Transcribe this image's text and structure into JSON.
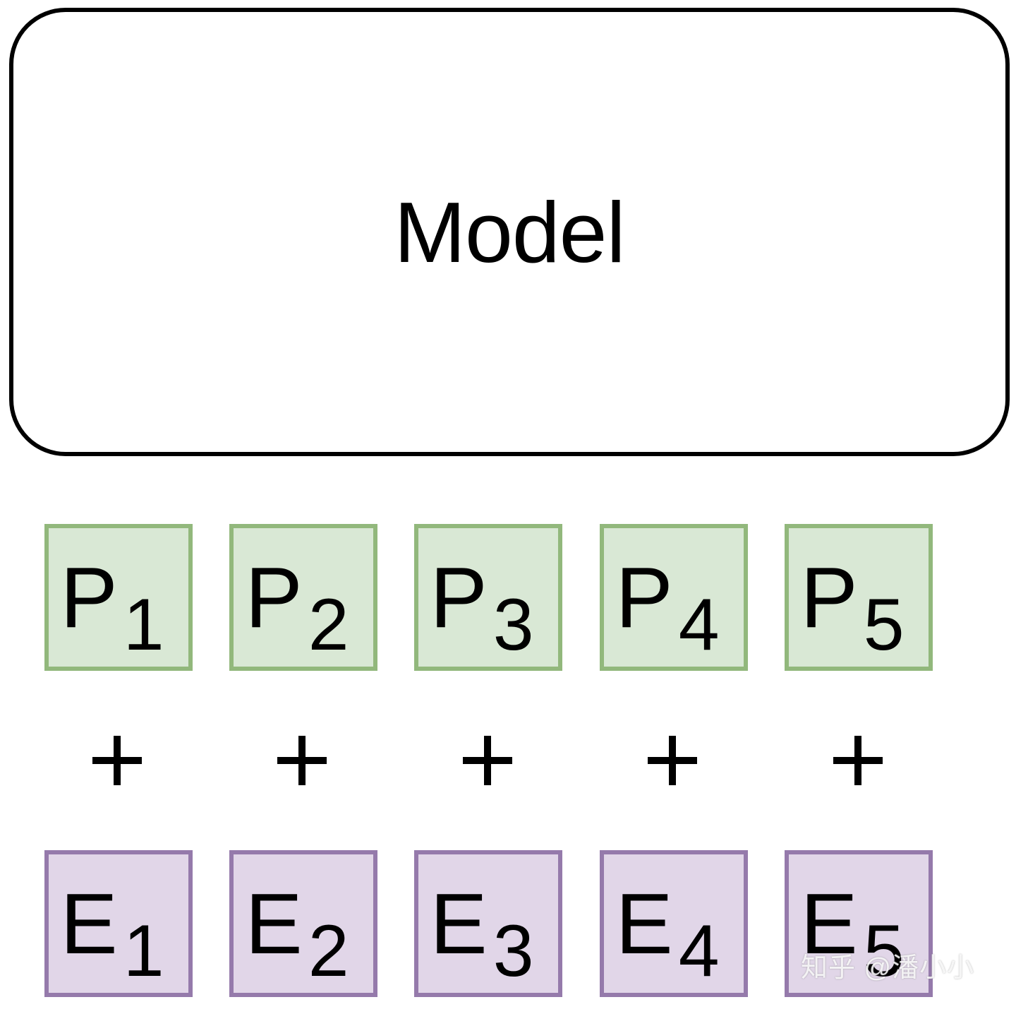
{
  "model": {
    "label": "Model"
  },
  "colors": {
    "position_fill": "#d9e8d5",
    "position_border": "#92b87c",
    "embedding_fill": "#e1d6e8",
    "embedding_border": "#957aab",
    "outline": "#000000"
  },
  "position_tokens": [
    {
      "letter": "P",
      "index": "1"
    },
    {
      "letter": "P",
      "index": "2"
    },
    {
      "letter": "P",
      "index": "3"
    },
    {
      "letter": "P",
      "index": "4"
    },
    {
      "letter": "P",
      "index": "5"
    }
  ],
  "operators": [
    "+",
    "+",
    "+",
    "+",
    "+"
  ],
  "embedding_tokens": [
    {
      "letter": "E",
      "index": "1"
    },
    {
      "letter": "E",
      "index": "2"
    },
    {
      "letter": "E",
      "index": "3"
    },
    {
      "letter": "E",
      "index": "4"
    },
    {
      "letter": "E",
      "index": "5"
    }
  ],
  "watermark": "知乎 @潘小小"
}
